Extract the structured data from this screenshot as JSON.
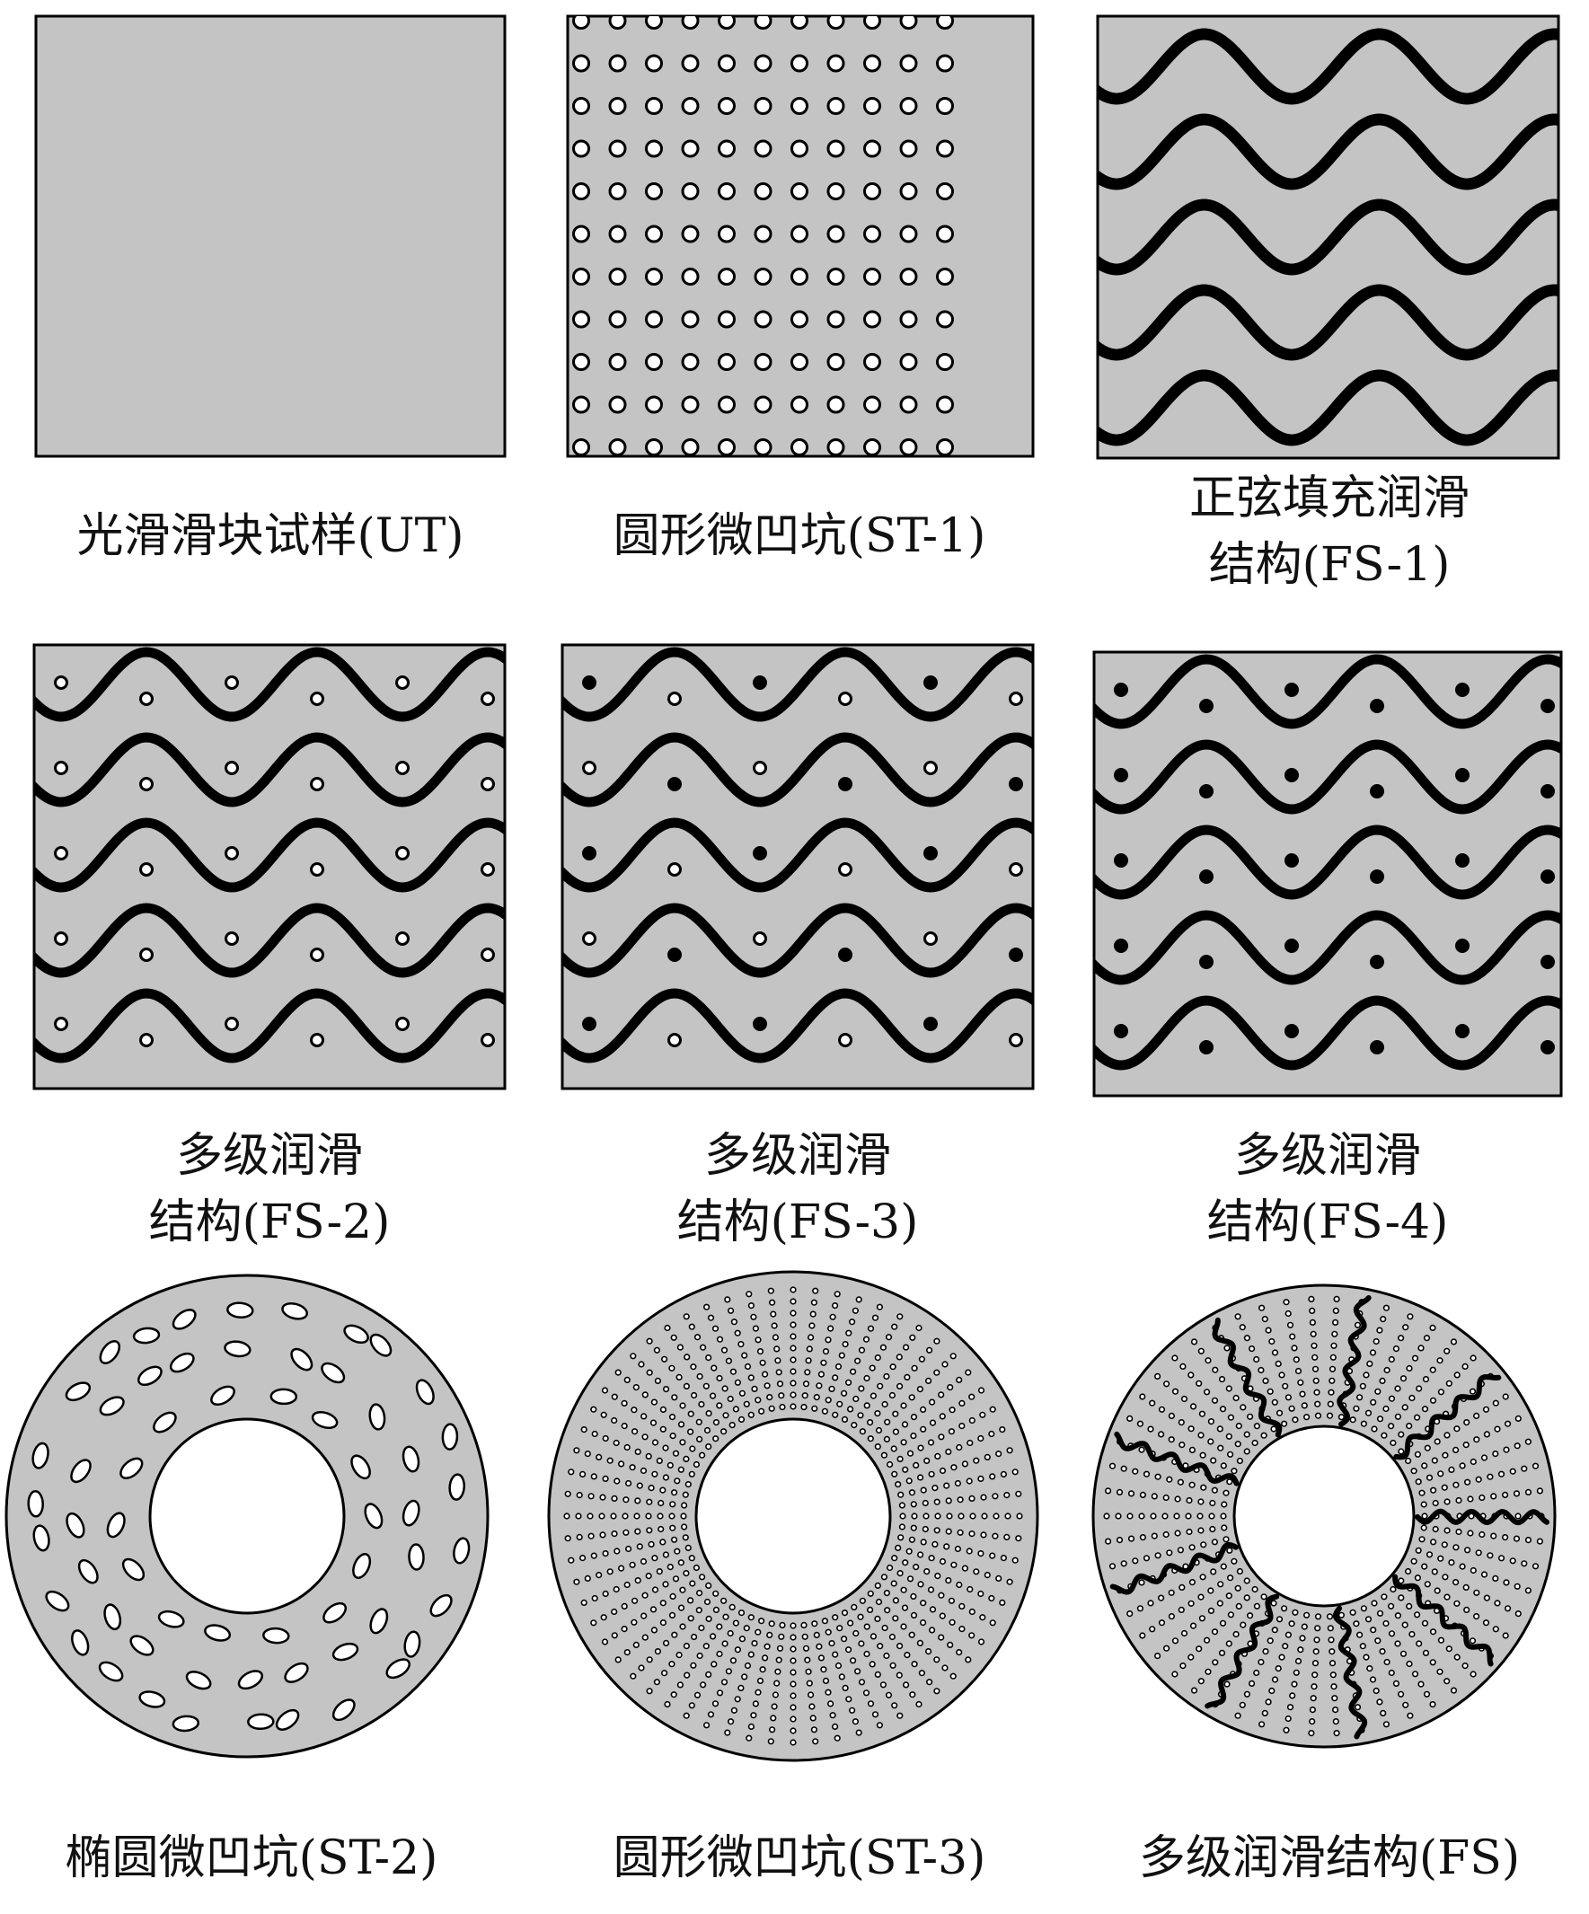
{
  "colors": {
    "fill": "#c4c4c4",
    "stroke": "#000000",
    "background": "#ffffff",
    "pit": "#ffffff",
    "filled_pit": "#000000"
  },
  "panels": [
    {
      "id": "UT",
      "caption": [
        "光滑滑块试样(UT)"
      ]
    },
    {
      "id": "ST-1",
      "caption": [
        "圆形微凹坑(ST-1)"
      ]
    },
    {
      "id": "FS-1",
      "caption": [
        "正弦填充润滑",
        "结构(FS-1)"
      ]
    },
    {
      "id": "FS-2",
      "caption": [
        "多级润滑",
        "结构(FS-2)"
      ]
    },
    {
      "id": "FS-3",
      "caption": [
        "多级润滑",
        "结构(FS-3)"
      ]
    },
    {
      "id": "FS-4",
      "caption": [
        "多级润滑",
        "结构(FS-4)"
      ]
    },
    {
      "id": "ST-2",
      "caption": [
        "椭圆微凹坑(ST-2)"
      ]
    },
    {
      "id": "ST-3",
      "caption": [
        "圆形微凹坑(ST-3)"
      ]
    },
    {
      "id": "FS",
      "caption": [
        "多级润滑结构(FS)"
      ]
    }
  ]
}
